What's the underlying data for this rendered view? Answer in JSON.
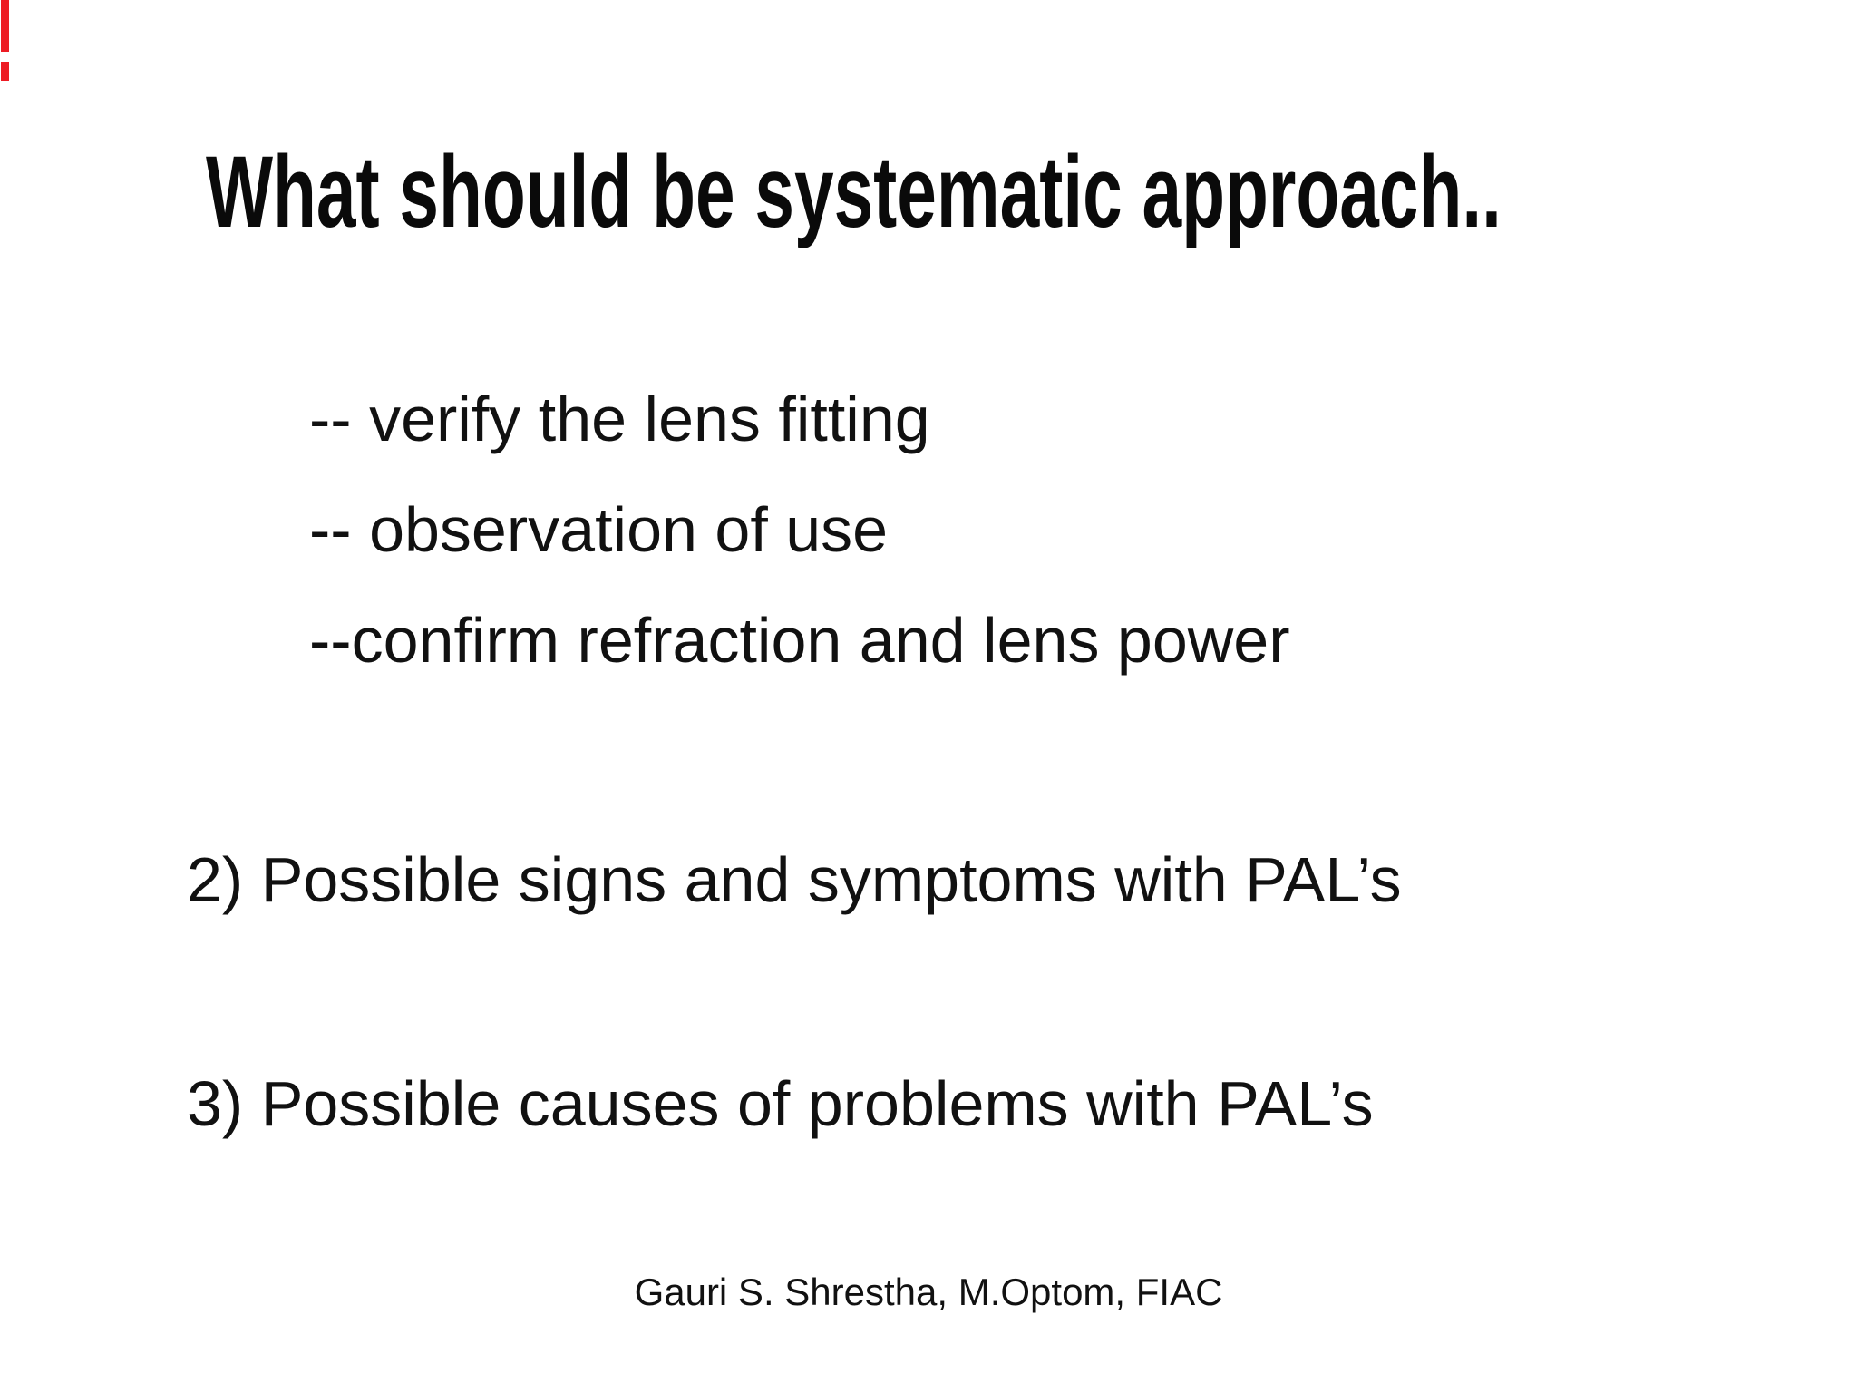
{
  "slide": {
    "title": "What should be systematic approach..",
    "sub_items": [
      "-- verify the lens fitting",
      "-- observation of use",
      "--confirm refraction and lens power"
    ],
    "numbered_items": [
      "2) Possible signs and symptoms with PAL’s",
      "3) Possible causes of problems with PAL’s"
    ],
    "footer": "Gauri S. Shrestha, M.Optom, FIAC",
    "colors": {
      "background": "#ffffff",
      "text": "#000000",
      "edge_mark_red": "#ed1c24"
    }
  }
}
